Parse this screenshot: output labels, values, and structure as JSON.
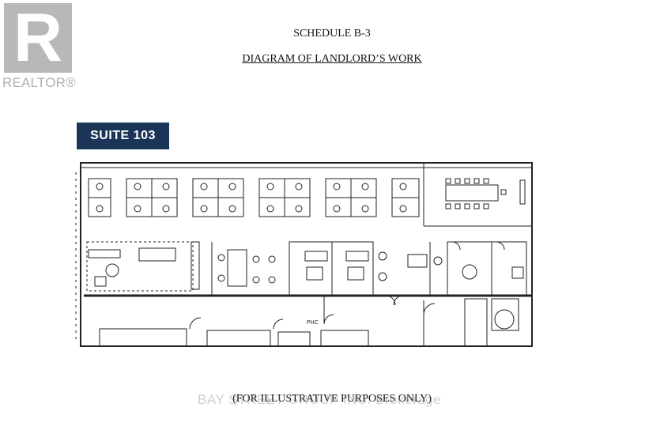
{
  "logo": {
    "letter": "R",
    "wordmark": "REALTOR®"
  },
  "header": {
    "schedule": "SCHEDULE B-3",
    "subtitle": "DIAGRAM OF LANDLORD’S WORK"
  },
  "suite_label": "SUITE 103",
  "plan": {
    "room_tag": "PHC"
  },
  "footer": {
    "note": "(FOR ILLUSTRATIVE PURPOSES ONLY)",
    "watermark": "BAY STREET GROUP INC. Brokerage"
  },
  "colors": {
    "suite_badge": "#1b3558",
    "logo_grey": "#b8b8b8"
  }
}
